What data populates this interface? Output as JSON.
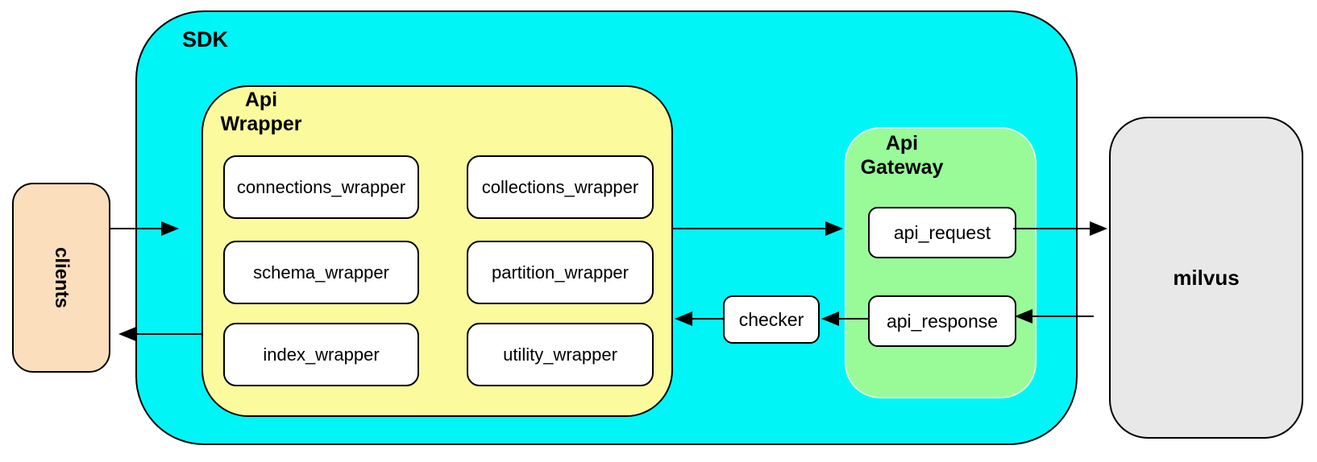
{
  "clients": {
    "label": "clients",
    "fill": "#FBDEBC"
  },
  "sdk": {
    "label": "SDK",
    "fill": "#00F6F6"
  },
  "api_wrapper": {
    "label": "Api\nWrapper",
    "fill": "#FBFB9E",
    "modules": [
      {
        "label": "connections_wrapper"
      },
      {
        "label": "collections_wrapper"
      },
      {
        "label": "schema_wrapper"
      },
      {
        "label": "partition_wrapper"
      },
      {
        "label": "index_wrapper"
      },
      {
        "label": "utility_wrapper"
      }
    ]
  },
  "checker": {
    "label": "checker"
  },
  "api_gateway": {
    "label": "Api\nGateway",
    "fill": "#98FB98",
    "request": {
      "label": "api_request"
    },
    "response": {
      "label": "api_response"
    }
  },
  "milvus": {
    "label": "milvus",
    "fill": "#E8E8E8"
  },
  "flows": [
    {
      "from": "clients",
      "to": "sdk"
    },
    {
      "from": "api_wrapper",
      "to": "api_gateway"
    },
    {
      "from": "api_request",
      "to": "milvus"
    },
    {
      "from": "milvus",
      "to": "api_response"
    },
    {
      "from": "api_response",
      "to": "checker"
    },
    {
      "from": "checker",
      "to": "api_wrapper"
    },
    {
      "from": "api_wrapper",
      "to": "clients"
    }
  ]
}
